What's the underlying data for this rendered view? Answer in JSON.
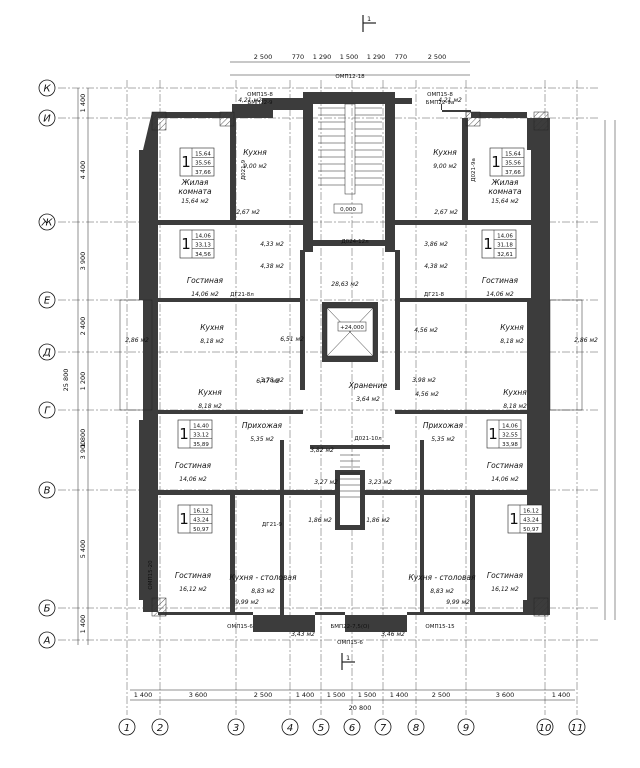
{
  "section_mark": "1",
  "axes_letters": [
    {
      "id": "K",
      "label": "К"
    },
    {
      "id": "I",
      "label": "И"
    },
    {
      "id": "Zh",
      "label": "Ж"
    },
    {
      "id": "E",
      "label": "Е"
    },
    {
      "id": "D",
      "label": "Д"
    },
    {
      "id": "G",
      "label": "Г"
    },
    {
      "id": "V",
      "label": "В"
    },
    {
      "id": "B",
      "label": "Б"
    },
    {
      "id": "A",
      "label": "А"
    }
  ],
  "axes_numbers": [
    "1",
    "2",
    "3",
    "4",
    "5",
    "6",
    "7",
    "8",
    "9",
    "10",
    "11"
  ],
  "top_dims": [
    "2 500",
    "770",
    "1 290",
    "1 500",
    "1 290",
    "770",
    "2 500"
  ],
  "bottom_dims": [
    "1 400",
    "3 600",
    "2 500",
    "1 400",
    "1 500",
    "1 500",
    "1 400",
    "2 500",
    "3 600",
    "1 400"
  ],
  "bottom_total": "20 800",
  "left_dims": [
    "1 400",
    "4 400",
    "3 900",
    "2 400",
    "1 200",
    "1 800",
    "3 900",
    "5 400",
    "1 400"
  ],
  "left_total": "25 800",
  "rooms": [
    {
      "id": "kitchen-tl",
      "label": "Кухня",
      "area": "9,00 м2"
    },
    {
      "id": "kitchen-tr",
      "label": "Кухня",
      "area": "9,00 м2"
    },
    {
      "id": "living-tl",
      "label": "Жилая комната",
      "area": "15,64 м2"
    },
    {
      "id": "living-tr",
      "label": "Жилая комната",
      "area": "15,64 м2"
    },
    {
      "id": "lounge-l1",
      "label": "Гостиная",
      "area": "14,06 м2"
    },
    {
      "id": "lounge-r1",
      "label": "Гостиная",
      "area": "14,06 м2"
    },
    {
      "id": "kitchen-ml",
      "label": "Кухня",
      "area": "8,18 м2"
    },
    {
      "id": "kitchen-mr",
      "label": "Кухня",
      "area": "8,18 м2"
    },
    {
      "id": "kitchen-gl",
      "label": "Кухня",
      "area": "8,18 м2"
    },
    {
      "id": "kitchen-gr",
      "label": "Кухня",
      "area": "8,18 м2"
    },
    {
      "id": "hall-l",
      "label": "Прихожая",
      "area": "5,35 м2"
    },
    {
      "id": "hall-r",
      "label": "Прихожая",
      "area": "5,35 м2"
    },
    {
      "id": "lounge-l2",
      "label": "Гостиная",
      "area": "14,06 м2"
    },
    {
      "id": "lounge-r2",
      "label": "Гостиная",
      "area": "14,06 м2"
    },
    {
      "id": "lounge-l3",
      "label": "Гостиная",
      "area": "16,12 м2"
    },
    {
      "id": "lounge-r3",
      "label": "Гостиная",
      "area": "16,12 м2"
    },
    {
      "id": "kitchen-dining-l",
      "label": "Кухня - столовая",
      "area": "8,83 м2"
    },
    {
      "id": "kitchen-dining-r",
      "label": "Кухня - столовая",
      "area": "8,83 м2"
    },
    {
      "id": "storage",
      "label": "Хранение",
      "area": "3,64 м2"
    }
  ],
  "apartments": [
    {
      "id": "apt-tl",
      "num": "1",
      "a": "15,64",
      "b": "35,56",
      "c": "37,66"
    },
    {
      "id": "apt-tr",
      "num": "1",
      "a": "15,64",
      "b": "35,56",
      "c": "37,66"
    },
    {
      "id": "apt-ml",
      "num": "1",
      "a": "14,06",
      "b": "33,13",
      "c": "34,56"
    },
    {
      "id": "apt-mr",
      "num": "1",
      "a": "14,06",
      "b": "31,18",
      "c": "32,61"
    },
    {
      "id": "apt-gl",
      "num": "1",
      "a": "14,40",
      "b": "33,12",
      "c": "35,89"
    },
    {
      "id": "apt-gr",
      "num": "1",
      "a": "14,06",
      "b": "32,55",
      "c": "33,98"
    },
    {
      "id": "apt-bl",
      "num": "1",
      "a": "16,12",
      "b": "43,24",
      "c": "50,97"
    },
    {
      "id": "apt-br",
      "num": "1",
      "a": "16,12",
      "b": "43,24",
      "c": "50,97"
    }
  ],
  "elevation_mark": "+24,000",
  "stair_mark": "0,000",
  "lift_area": "28,63 м2",
  "small_areas": [
    "4,21 м2",
    "4,21 м2",
    "2,67 м2",
    "2,67 м2",
    "4,33 м2",
    "3,86 м2",
    "4,38 м2",
    "4,38 м2",
    "6,51 м2",
    "4,56 м2",
    "2,86 м2",
    "2,86 м2",
    "6,47 м2",
    "4,56 м2",
    "3,78 м2",
    "3,98 м2",
    "3,82 м2",
    "3,27 м2",
    "3,23 м2",
    "1,86 м2",
    "1,86 м2",
    "3,43 м2",
    "3,46 м2",
    "9,99 м2",
    "9,99 м2"
  ],
  "tags": [
    "ОМП12-18",
    "ОМП15-8",
    "БМП22-9",
    "ОМП15-8",
    "БМП22-9а",
    "Д024-12л",
    "Д021-9",
    "Д021-9а",
    "ДГ21-8л",
    "ДГ21-8",
    "Д021-10л",
    "ОМП15-6",
    "ОМП15-15",
    "ОМП15-20",
    "БМП22-7,5(О)",
    "ОМП15-6",
    "ДГ21-9"
  ]
}
